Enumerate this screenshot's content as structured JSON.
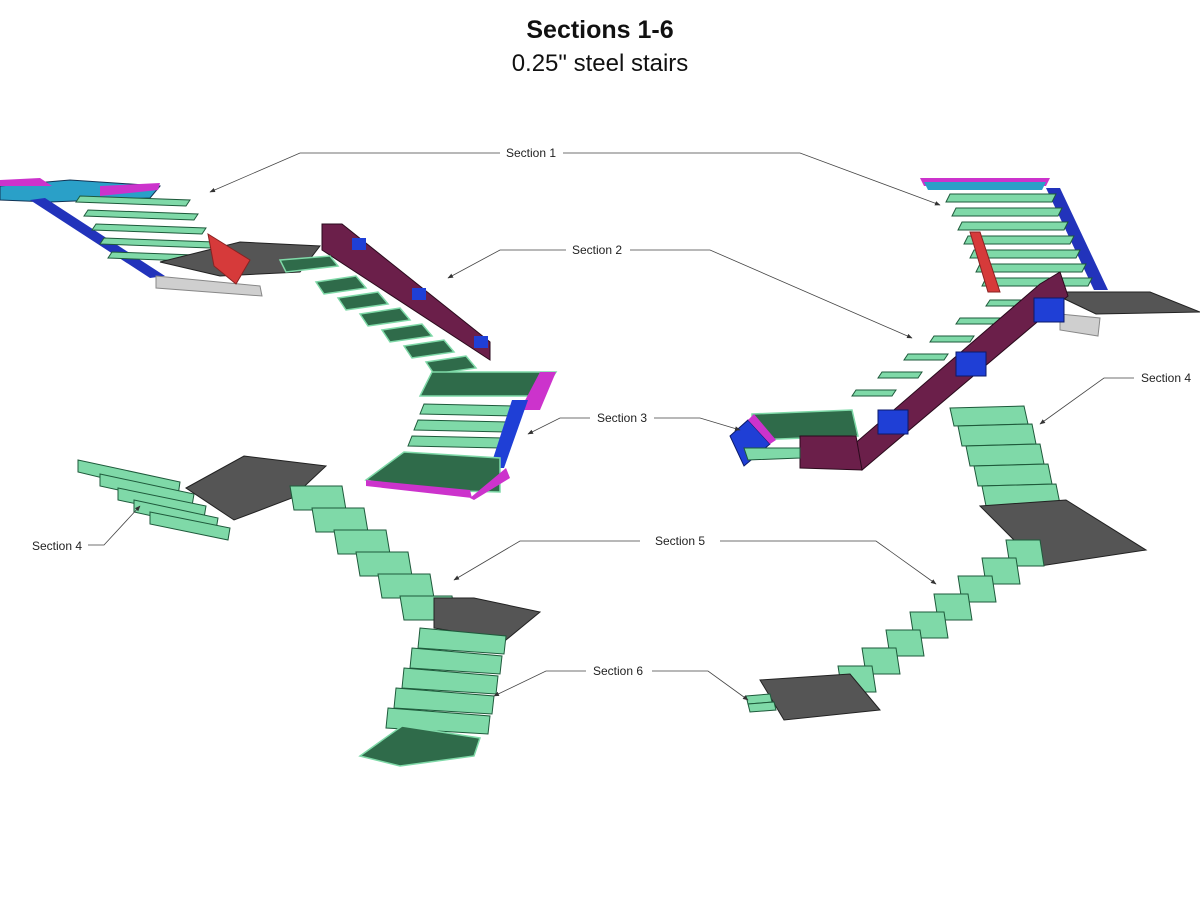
{
  "title": "Sections 1-6",
  "subtitle": "0.25\" steel stairs",
  "labels": {
    "section1": "Section 1",
    "section2": "Section 2",
    "section3": "Section 3",
    "section4_left": "Section 4",
    "section4_right": "Section 4",
    "section5": "Section 5",
    "section6": "Section 6"
  },
  "colors": {
    "tread_green": "#7fd9a8",
    "tread_dark": "#2f6b4a",
    "landing_gray": "#555555",
    "stringer_blue": "#2233bb",
    "stringer_purple": "#6b1f4a",
    "plate_magenta": "#cc33cc",
    "plate_red": "#d63a3a",
    "teal_beam": "#2aa0c8",
    "bracket_blue": "#1f3fd6"
  }
}
